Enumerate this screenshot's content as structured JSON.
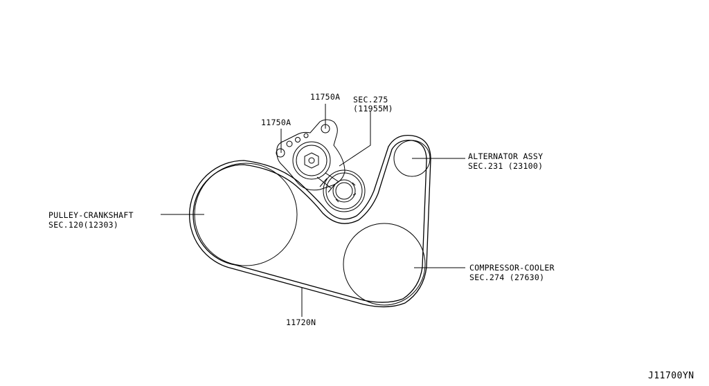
{
  "labels": {
    "bracket_bolt_top": "11750A",
    "bracket_bolt_left": "11750A",
    "tensioner_sec": "SEC.275",
    "tensioner_part": "(11955M)",
    "alternator_name": "ALTERNATOR ASSY",
    "alternator_sec": "SEC.231 (23100)",
    "crank_name": "PULLEY-CRANKSHAFT",
    "crank_sec": "SEC.120(12303)",
    "compressor_name": "COMPRESSOR-COOLER",
    "compressor_sec": "SEC.274 (27630)",
    "belt_part": "11720N"
  },
  "diagram_ref": "J11700YN"
}
